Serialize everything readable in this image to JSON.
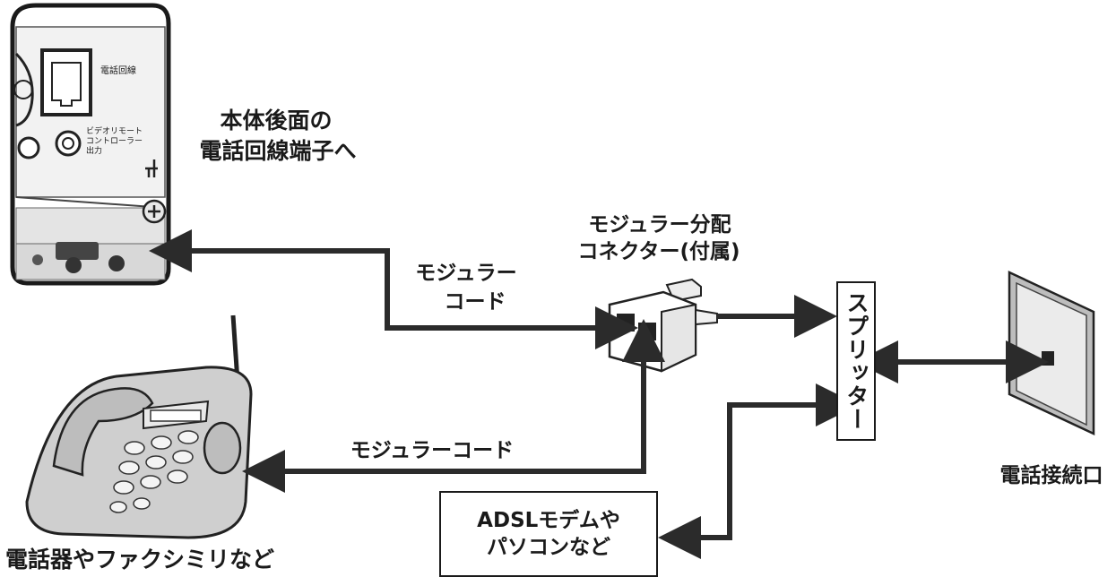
{
  "labels": {
    "rear_terminal_line1": "本体後面の",
    "rear_terminal_line2": "電話回線端子へ",
    "panel_line_label": "電話回線",
    "panel_video_line1": "ビデオリモート",
    "panel_video_line2": "コントローラー",
    "panel_video_line3": "出力",
    "modular_cord_top_line1": "モジュラー",
    "modular_cord_top_line2": "コード",
    "connector_line1": "モジュラー分配",
    "connector_line2": "コネクター(付属)",
    "splitter": "スプリッター",
    "wall_jack": "電話接続口",
    "modular_cord_bottom": "モジュラーコード",
    "phone": "電話器やファクシミリなど",
    "adsl_line1": "ADSLモデムや",
    "adsl_line2": "パソコンなど"
  },
  "icons": {
    "ground": "ground-icon",
    "screw": "screw-icon"
  },
  "colors": {
    "line": "#2b2b2b",
    "panel_bg": "#f2f2f2",
    "wall_plate": "#d9d9d9",
    "phone_body": "#cfcfcf"
  }
}
